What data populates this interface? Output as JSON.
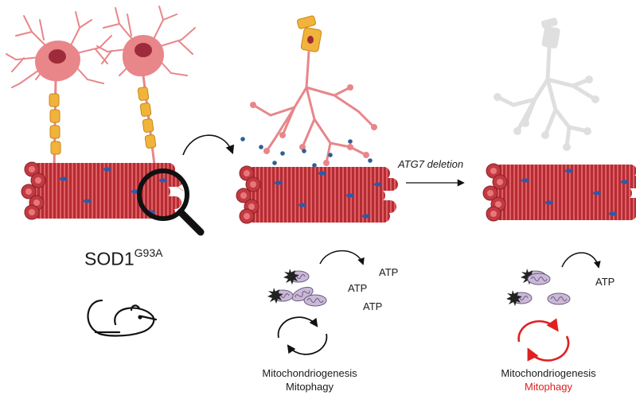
{
  "labels": {
    "model_name": "SOD1",
    "model_superscript": "G93A",
    "arrow_label": "ATG7 deletion",
    "atp": "ATP",
    "mitochondriogenesis": "Mitochondriogenesis",
    "mitophagy": "Mitophagy"
  },
  "colors": {
    "neuron": "#e8868a",
    "neuron_dark": "#c9585f",
    "nucleus": "#9e2b3a",
    "myelin": "#f0b43a",
    "muscle": "#b62c33",
    "muscle_stripe": "#e0676b",
    "muscle_nucleus": "#2d59a8",
    "dots": "#2f5f97",
    "faded": "#dcdcdc",
    "mitochondrion": "#b9a7c8",
    "mitochondrion_damaged": "#222222",
    "cycle_normal": "#111111",
    "cycle_impaired": "#e02020",
    "mitophagy_impaired_text": "#e02020"
  },
  "icons": [
    "magnifier-icon",
    "mouse-icon",
    "cycle-arrows-icon",
    "curved-arrow-icon",
    "mitochondrion-icon"
  ]
}
